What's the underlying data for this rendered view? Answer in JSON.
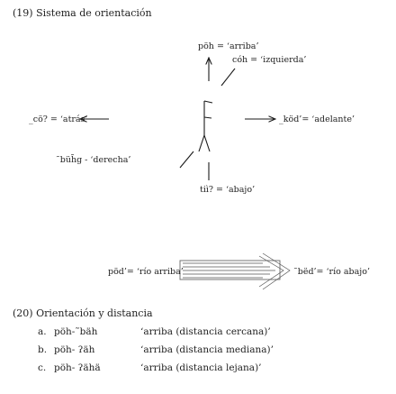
{
  "sec19": {
    "title": "(19) Sistema de orientación",
    "up": "pöh = ‘arriba’",
    "upleft": "cóh = ‘izquierda’",
    "back": "_cö? = ‘atrás’",
    "front": "_köd’= ‘adelante’",
    "right": "˜büh̃g - ‘derecha’",
    "down": "tiì? = ‘abajo’",
    "upriver": "pöd’= ‘río arriba’",
    "downriver": "˜bëd’= ‘río abajo’"
  },
  "sec20": {
    "title": "(20) Orientación y distancia",
    "rows": [
      {
        "marker": "a.",
        "form": "pöh-˜bäh",
        "gloss": "‘arriba (distancia cercana)’"
      },
      {
        "marker": "b.",
        "form": "pöh- ʔäh",
        "gloss": "‘arriba (distancia mediana)’"
      },
      {
        "marker": "c.",
        "form": "pöh- ʔähä",
        "gloss": "‘arriba (distancia lejana)’"
      }
    ]
  }
}
